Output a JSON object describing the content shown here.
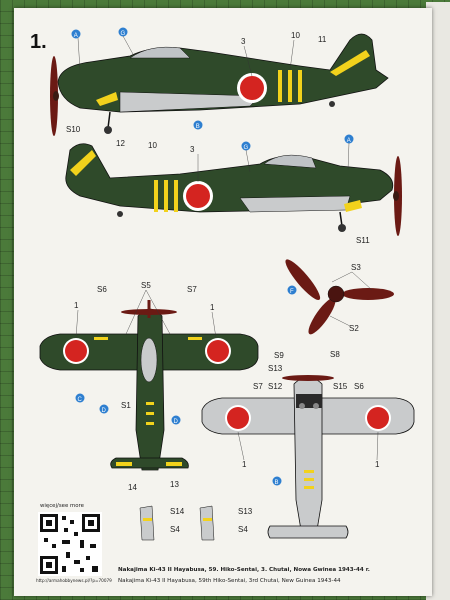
{
  "page": {
    "profile_number": "1.",
    "caption_line1": "Nakajima Ki-43 II Hayabusa, 59. Hiko-Sentai, 3. Chutai, Nowa Gwinea 1943-44 r.",
    "caption_line2": "Nakajima Ki-43 II Hayabusa, 59th Hiko-Sentai, 3rd Chutai, New Guinea 1943-44",
    "qr_title": "więcej/see more",
    "qr_url": "http://armahobbynews.pl/?p=70079"
  },
  "labels": {
    "top_left": {
      "a": "A",
      "g": "G",
      "three": "3",
      "ten": "10",
      "eleven": "11",
      "s10": "S10",
      "b": "B"
    },
    "top_right": {
      "twelve": "12",
      "ten": "10",
      "three": "3",
      "g": "G",
      "a": "A",
      "s11": "S11"
    },
    "prop": {
      "s3": "S3",
      "f": "F",
      "s2": "S2"
    },
    "wing_top": {
      "one_l": "1",
      "s6": "S6",
      "s5": "S5",
      "s7": "S7",
      "one_r": "1",
      "c": "C",
      "d": "D",
      "s1": "S1",
      "d2": "D",
      "fourteen": "14",
      "thirteen": "13"
    },
    "wing_bottom": {
      "s9": "S9",
      "s8": "S8",
      "s13": "S13",
      "s7": "S7",
      "s12": "S12",
      "s15": "S15",
      "s6": "S6",
      "one_l": "1",
      "one_r": "1",
      "b": "B"
    },
    "parts": {
      "s14": "S14",
      "s4_l": "S4",
      "s13": "S13",
      "s4_r": "S4"
    }
  },
  "colors": {
    "green": "#2f4a2a",
    "hinomaru": "#d42420",
    "yellow": "#f2d21c",
    "underside": "#c9cbcc",
    "callout_blue": "#2e7fd0"
  }
}
